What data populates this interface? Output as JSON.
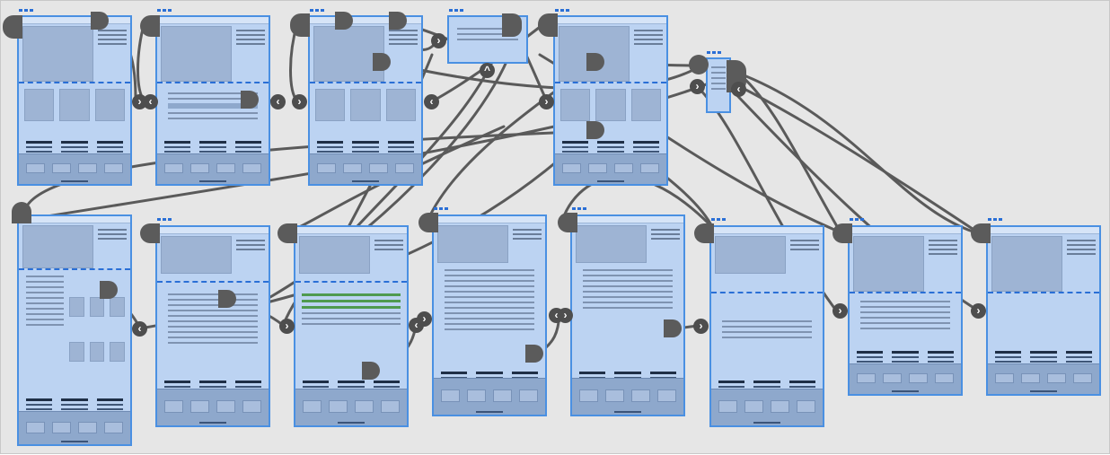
{
  "canvas": {
    "background": "#e6e6e6",
    "artboard_fill": "#bcd3f2",
    "artboard_border": "#4a90e2",
    "wire_color": "#5a5a5a"
  },
  "icons": {
    "arrow_right": "›",
    "arrow_left": "‹",
    "arrow_up": "^"
  },
  "artboards": [
    {
      "id": "home-1"
    },
    {
      "id": "login"
    },
    {
      "id": "home-2"
    },
    {
      "id": "overlay-modal"
    },
    {
      "id": "home-3"
    },
    {
      "id": "dropdown-menu"
    },
    {
      "id": "browse-list"
    },
    {
      "id": "schedule-grid"
    },
    {
      "id": "seat-picker"
    },
    {
      "id": "booking-details-1"
    },
    {
      "id": "booking-details-2"
    },
    {
      "id": "payment"
    },
    {
      "id": "booking-confirm"
    },
    {
      "id": "booking-history"
    }
  ]
}
